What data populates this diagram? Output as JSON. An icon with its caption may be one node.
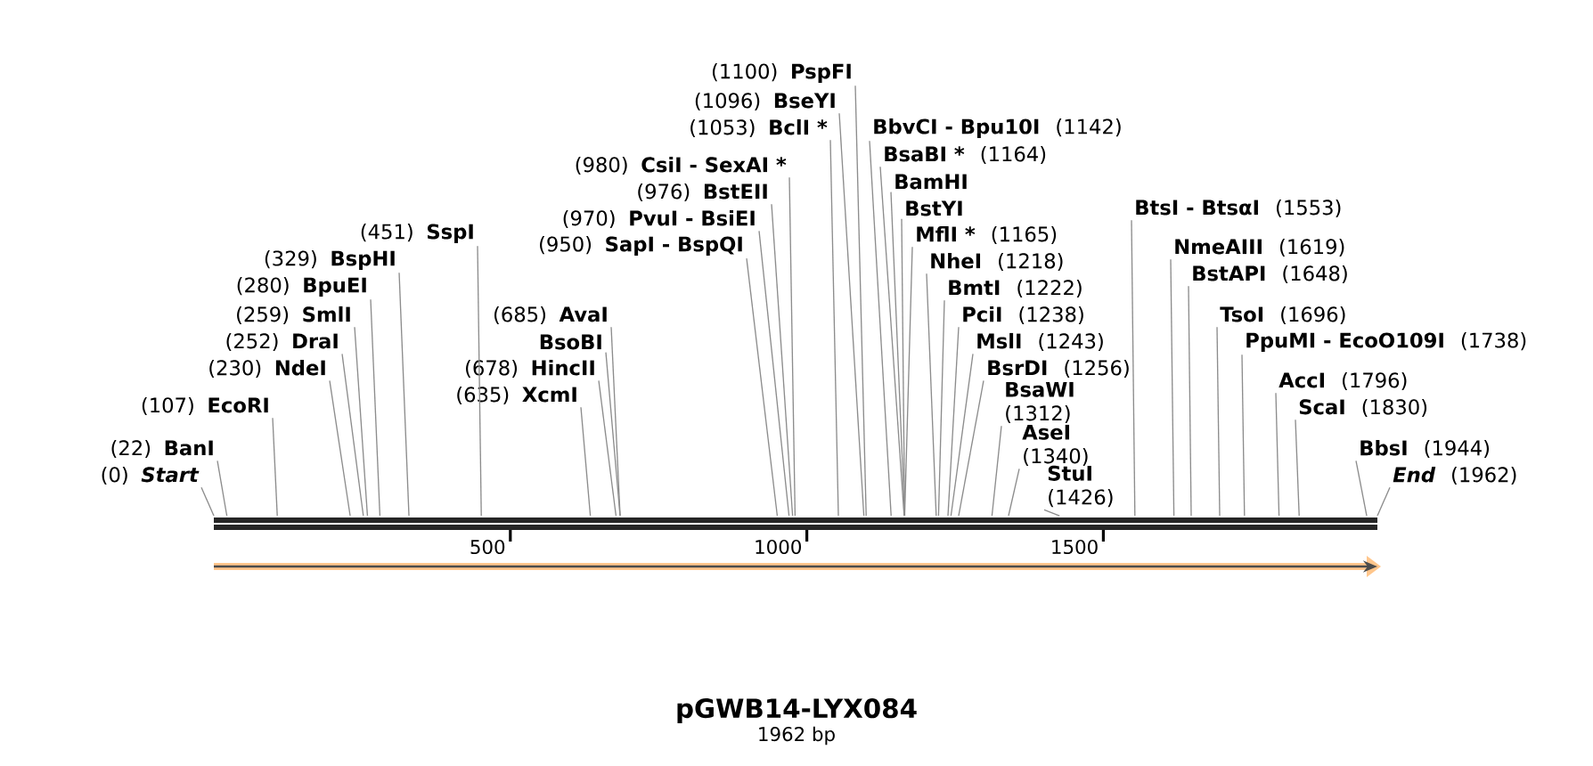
{
  "diagram": {
    "title": "pGWB14-LYX084",
    "caption": "1962 bp",
    "nodes": [
      {
        "text": [
          "(0)",
          "Start"
        ]
      },
      {
        "text": [
          "(22)",
          "BanI"
        ]
      },
      {
        "text": [
          "(107)",
          "EcoRI"
        ]
      },
      {
        "text": [
          "(230)",
          "NdeI"
        ]
      },
      {
        "text": [
          "(252)",
          "DraI"
        ]
      },
      {
        "text": [
          "(259)",
          "SmlI"
        ]
      },
      {
        "text": [
          "(280)",
          "BpuEI"
        ]
      },
      {
        "text": [
          "(329)",
          "BspHI"
        ]
      },
      {
        "text": [
          "(451)",
          "SspI"
        ]
      },
      {
        "text": [
          "(635)",
          "XcmI"
        ]
      },
      {
        "text": [
          "(678)",
          "HincII"
        ]
      },
      {
        "text": [
          "BsoBI"
        ]
      },
      {
        "text": [
          "(685)",
          "AvaI"
        ]
      },
      {
        "text": [
          "(950)",
          "SapI - BspQI"
        ]
      },
      {
        "text": [
          "(970)",
          "PvuI - BsiEI"
        ]
      },
      {
        "text": [
          "(976)",
          "BstEII"
        ]
      },
      {
        "text": [
          "(980)",
          "CsiI - SexAI *"
        ]
      },
      {
        "text": [
          "(1053)",
          "BclI *"
        ]
      },
      {
        "text": [
          "(1096)",
          "BseYI"
        ]
      },
      {
        "text": [
          "(1100)",
          "PspFI"
        ]
      },
      {
        "text": [
          "BbvCI - Bpu10I",
          "(1142)"
        ]
      },
      {
        "text": [
          "BsaBI *",
          "(1164)"
        ]
      },
      {
        "text": [
          "BamHI"
        ]
      },
      {
        "text": [
          "BstYI"
        ]
      },
      {
        "text": [
          "MflI *",
          "(1165)"
        ]
      },
      {
        "text": [
          "NheI",
          "(1218)"
        ]
      },
      {
        "text": [
          "BmtI",
          "(1222)"
        ]
      },
      {
        "text": [
          "PciI",
          "(1238)"
        ]
      },
      {
        "text": [
          "MslI",
          "(1243)"
        ]
      },
      {
        "text": [
          "BsrDI",
          "(1256)"
        ]
      },
      {
        "text": [
          "BsaWI",
          "(1312)"
        ]
      },
      {
        "text": [
          "AseI",
          "(1340)"
        ]
      },
      {
        "text": [
          "StuI",
          "(1426)"
        ]
      },
      {
        "text": [
          "BtsI - BtsαI",
          "(1553)"
        ]
      },
      {
        "text": [
          "NmeAIII",
          "(1619)"
        ]
      },
      {
        "text": [
          "BstAPI",
          "(1648)"
        ]
      },
      {
        "text": [
          "TsoI",
          "(1696)"
        ]
      },
      {
        "text": [
          "PpuMI - EcoO109I",
          "(1738)"
        ]
      },
      {
        "text": [
          "AccI",
          "(1796)"
        ]
      },
      {
        "text": [
          "ScaI",
          "(1830)"
        ]
      },
      {
        "text": [
          "BbsI",
          "(1944)"
        ]
      },
      {
        "text": [
          "End",
          "(1962)"
        ]
      },
      {
        "text": [],
        "shape": "bar"
      }
    ],
    "edges": [
      {
        "from": 0,
        "to": 42,
        "arrow": "none"
      },
      {
        "from": 1,
        "to": 42,
        "arrow": "none"
      },
      {
        "from": 2,
        "to": 42,
        "arrow": "none"
      },
      {
        "from": 3,
        "to": 42,
        "arrow": "none"
      },
      {
        "from": 4,
        "to": 42,
        "arrow": "none"
      },
      {
        "from": 5,
        "to": 42,
        "arrow": "none"
      },
      {
        "from": 6,
        "to": 42,
        "arrow": "none"
      },
      {
        "from": 7,
        "to": 42,
        "arrow": "none"
      },
      {
        "from": 8,
        "to": 42,
        "arrow": "none"
      },
      {
        "from": 9,
        "to": 42,
        "arrow": "none"
      },
      {
        "from": 10,
        "to": 42,
        "arrow": "none"
      },
      {
        "from": 11,
        "to": 42,
        "arrow": "none"
      },
      {
        "from": 12,
        "to": 42,
        "arrow": "none"
      },
      {
        "from": 13,
        "to": 42,
        "arrow": "none"
      },
      {
        "from": 14,
        "to": 42,
        "arrow": "none"
      },
      {
        "from": 15,
        "to": 42,
        "arrow": "none"
      },
      {
        "from": 16,
        "to": 42,
        "arrow": "none"
      },
      {
        "from": 17,
        "to": 42,
        "arrow": "none"
      },
      {
        "from": 18,
        "to": 42,
        "arrow": "none"
      },
      {
        "from": 19,
        "to": 42,
        "arrow": "none"
      },
      {
        "from": 20,
        "to": 42,
        "arrow": "none"
      },
      {
        "from": 21,
        "to": 42,
        "arrow": "none"
      },
      {
        "from": 22,
        "to": 42,
        "arrow": "none"
      },
      {
        "from": 23,
        "to": 42,
        "arrow": "none"
      },
      {
        "from": 24,
        "to": 42,
        "arrow": "none"
      },
      {
        "from": 25,
        "to": 42,
        "arrow": "none"
      },
      {
        "from": 26,
        "to": 42,
        "arrow": "none"
      },
      {
        "from": 27,
        "to": 42,
        "arrow": "none"
      },
      {
        "from": 28,
        "to": 42,
        "arrow": "none"
      },
      {
        "from": 29,
        "to": 42,
        "arrow": "none"
      },
      {
        "from": 30,
        "to": 42,
        "arrow": "none"
      },
      {
        "from": 31,
        "to": 42,
        "arrow": "none"
      },
      {
        "from": 32,
        "to": 42,
        "arrow": "none"
      },
      {
        "from": 33,
        "to": 42,
        "arrow": "none"
      },
      {
        "from": 34,
        "to": 42,
        "arrow": "none"
      },
      {
        "from": 35,
        "to": 42,
        "arrow": "none"
      },
      {
        "from": 36,
        "to": 42,
        "arrow": "none"
      },
      {
        "from": 37,
        "to": 42,
        "arrow": "none"
      },
      {
        "from": 38,
        "to": 42,
        "arrow": "none"
      },
      {
        "from": 39,
        "to": 42,
        "arrow": "none"
      },
      {
        "from": 40,
        "to": 42,
        "arrow": "none"
      },
      {
        "from": 41,
        "to": 42,
        "arrow": "none"
      }
    ],
    "labels": [
      "500",
      "1000",
      "1500"
    ]
  }
}
